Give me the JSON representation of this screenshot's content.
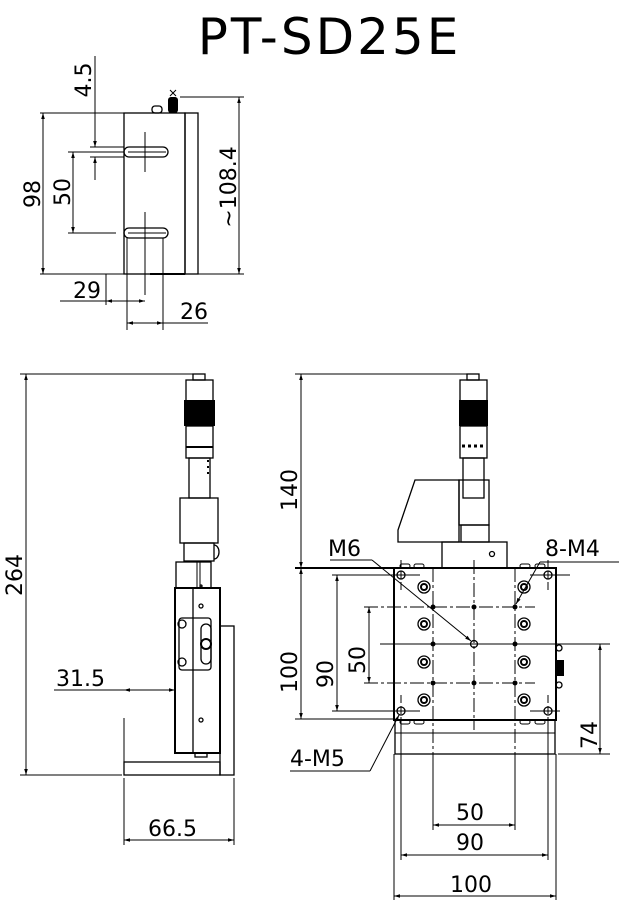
{
  "title": "PT-SD25E",
  "top_view": {
    "dims": {
      "slot_offset": "4.5",
      "height": "98",
      "slot_pitch": "50",
      "total_height": "~108.4",
      "left_offset": "29",
      "width": "26"
    }
  },
  "side_view": {
    "dims": {
      "total_height": "264",
      "stage_offset": "31.5",
      "base_depth": "66.5"
    }
  },
  "front_view": {
    "dims": {
      "micrometer_height": "140",
      "body_height": "100",
      "hole_pitch_v_outer": "90",
      "hole_pitch_v_inner": "50",
      "center_height": "74",
      "hole_pitch_h_inner": "50",
      "hole_pitch_h_outer": "90",
      "body_width": "100"
    },
    "callouts": {
      "center_thread": "M6",
      "top_threads": "8-M4",
      "corner_threads": "4-M5"
    }
  }
}
